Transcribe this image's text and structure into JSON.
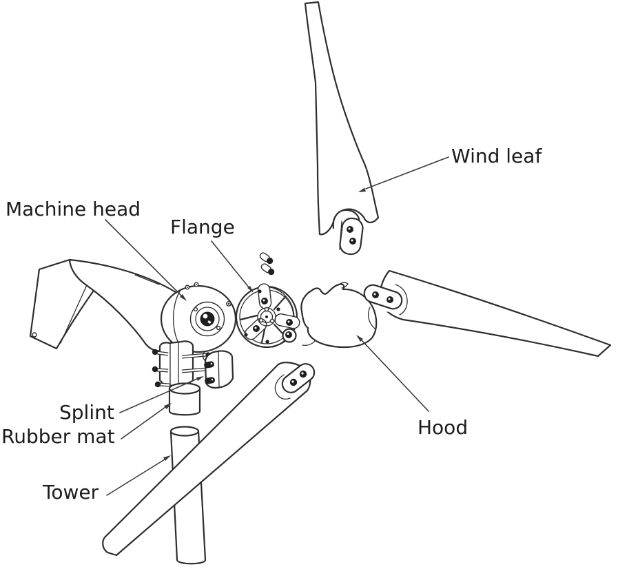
{
  "diagram": {
    "type": "exploded-view technical line drawing of a small wind turbine",
    "background_color": "#ffffff",
    "line_color": "#2d2d2d",
    "leader_line_color": "#3a3a3a",
    "label_color": "#1b1b1b",
    "labels": {
      "machine_head": "Machine head",
      "flange": "Flange",
      "wind_leaf": "Wind leaf",
      "hood": "Hood",
      "splint": "Splint",
      "rubber_mat": "Rubber mat",
      "tower": "Tower"
    }
  }
}
